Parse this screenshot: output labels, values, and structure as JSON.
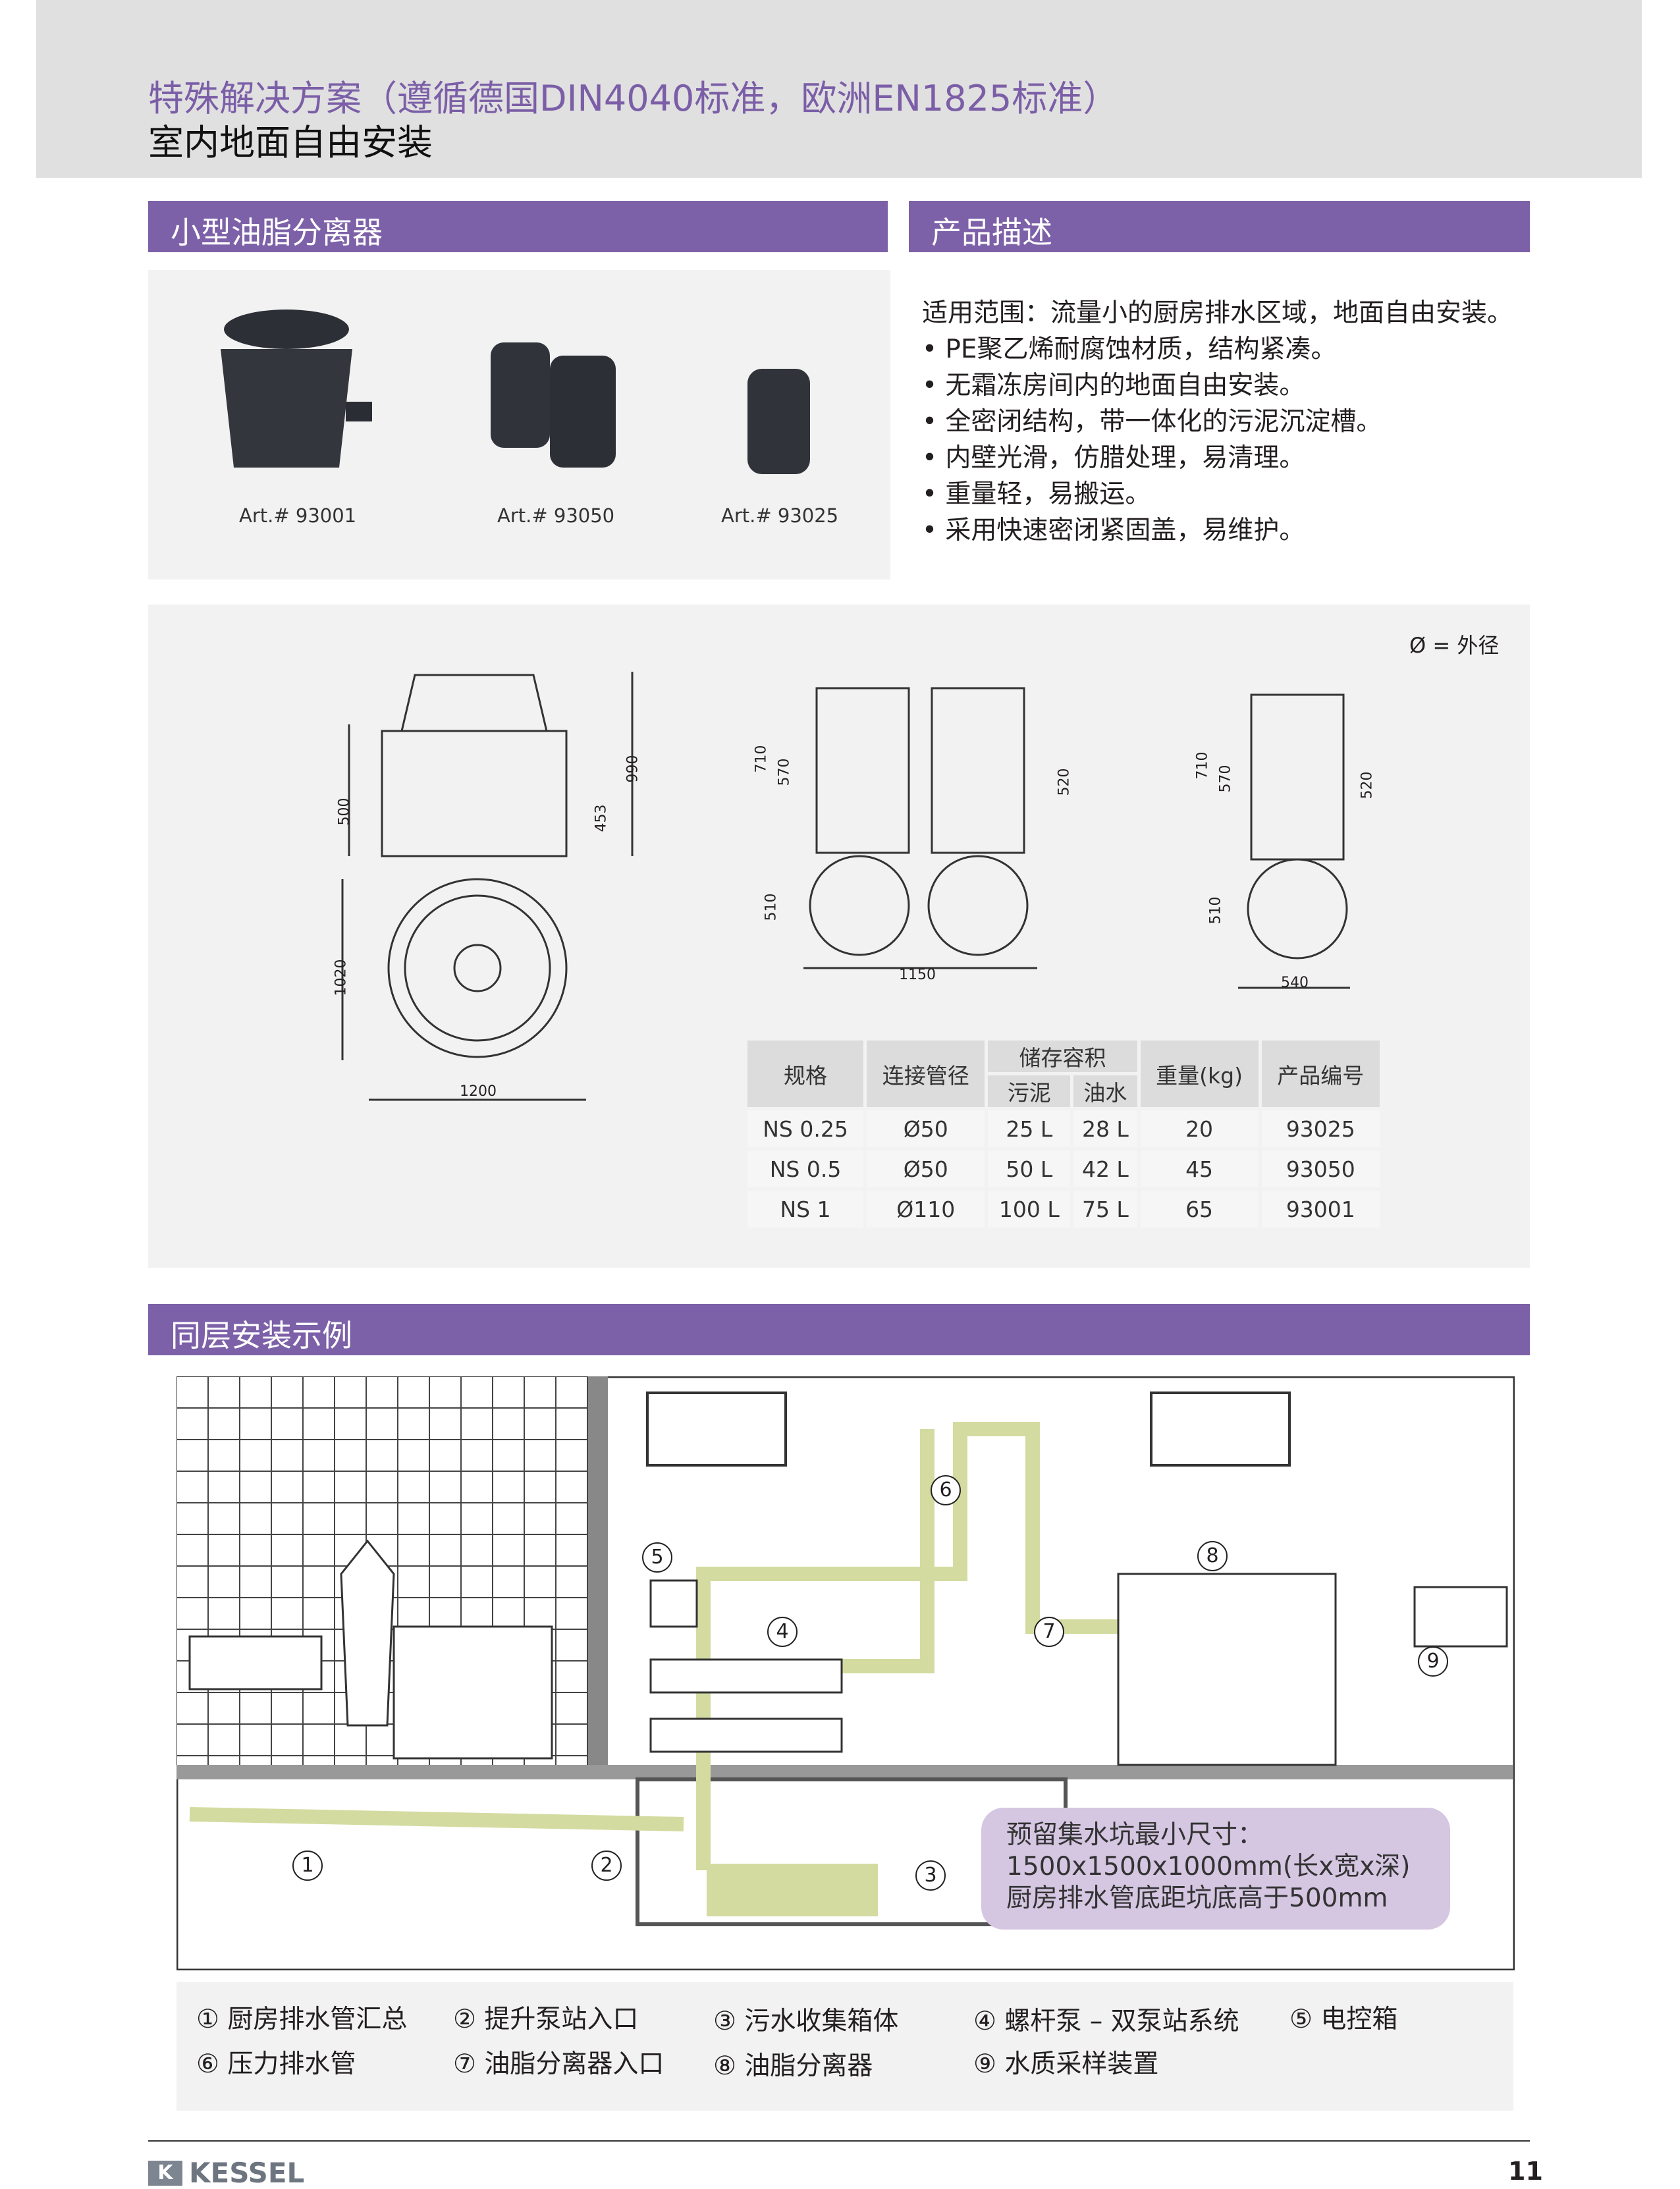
{
  "header": {
    "title": "特殊解决方案（遵循德国DIN4040标准，欧洲EN1825标准）",
    "subtitle": "室内地面自由安装"
  },
  "sections": {
    "small": "小型油脂分离器",
    "desc": "产品描述",
    "example": "同层安装示例"
  },
  "products": [
    {
      "label": "Art.# 93001"
    },
    {
      "label": "Art.# 93050"
    },
    {
      "label": "Art.# 93025"
    }
  ],
  "description": {
    "intro": "适用范围：流量小的厨房排水区域，地面自由安装。",
    "bullets": [
      "• PE聚乙烯耐腐蚀材质，结构紧凑。",
      "• 无霜冻房间内的地面自由安装。",
      "• 全密闭结构，带一体化的污泥沉淀槽。",
      "• 内壁光滑，仿腊处理，易清理。",
      "• 重量轻，易搬运。",
      "• 采用快速密闭紧固盖，易维护。"
    ]
  },
  "drawings": {
    "legend": "Ø = 外径",
    "dims": {
      "d1": [
        "500",
        "453",
        "990",
        "1020",
        "1200"
      ],
      "d2": [
        "710",
        "570",
        "520",
        "510",
        "1150"
      ],
      "d3": [
        "710",
        "570",
        "520",
        "510",
        "540"
      ]
    }
  },
  "table": {
    "headers": {
      "spec": "规格",
      "pipe": "连接管径",
      "storage": "储存容积",
      "sludge": "污泥",
      "oil": "油水",
      "weight": "重量(kg)",
      "code": "产品编号"
    },
    "rows": [
      [
        "NS 0.25",
        "Ø50",
        "25 L",
        "28 L",
        "20",
        "93025"
      ],
      [
        "NS 0.5",
        "Ø50",
        "50 L",
        "42 L",
        "45",
        "93050"
      ],
      [
        "NS 1",
        "Ø110",
        "100 L",
        "75 L",
        "65",
        "93001"
      ]
    ]
  },
  "callout": [
    "预留集水坑最小尺寸：",
    "1500x1500x1000mm(长x宽x深)",
    "厨房排水管底距坑底高于500mm"
  ],
  "legend": [
    "① 厨房排水管汇总",
    "② 提升泵站入口",
    "③ 污水收集箱体",
    "④ 螺杆泵 – 双泵站系统",
    "⑤ 电控箱",
    "⑥ 压力排水管",
    "⑦ 油脂分离器入口",
    "⑧ 油脂分离器",
    "⑨ 水质采样装置"
  ],
  "markers": [
    "1",
    "2",
    "3",
    "4",
    "5",
    "6",
    "7",
    "8",
    "9"
  ],
  "footer": {
    "brand": "KESSEL",
    "page": "11"
  },
  "colors": {
    "purple": "#7d61a8",
    "pipe": "#d4dba0"
  }
}
